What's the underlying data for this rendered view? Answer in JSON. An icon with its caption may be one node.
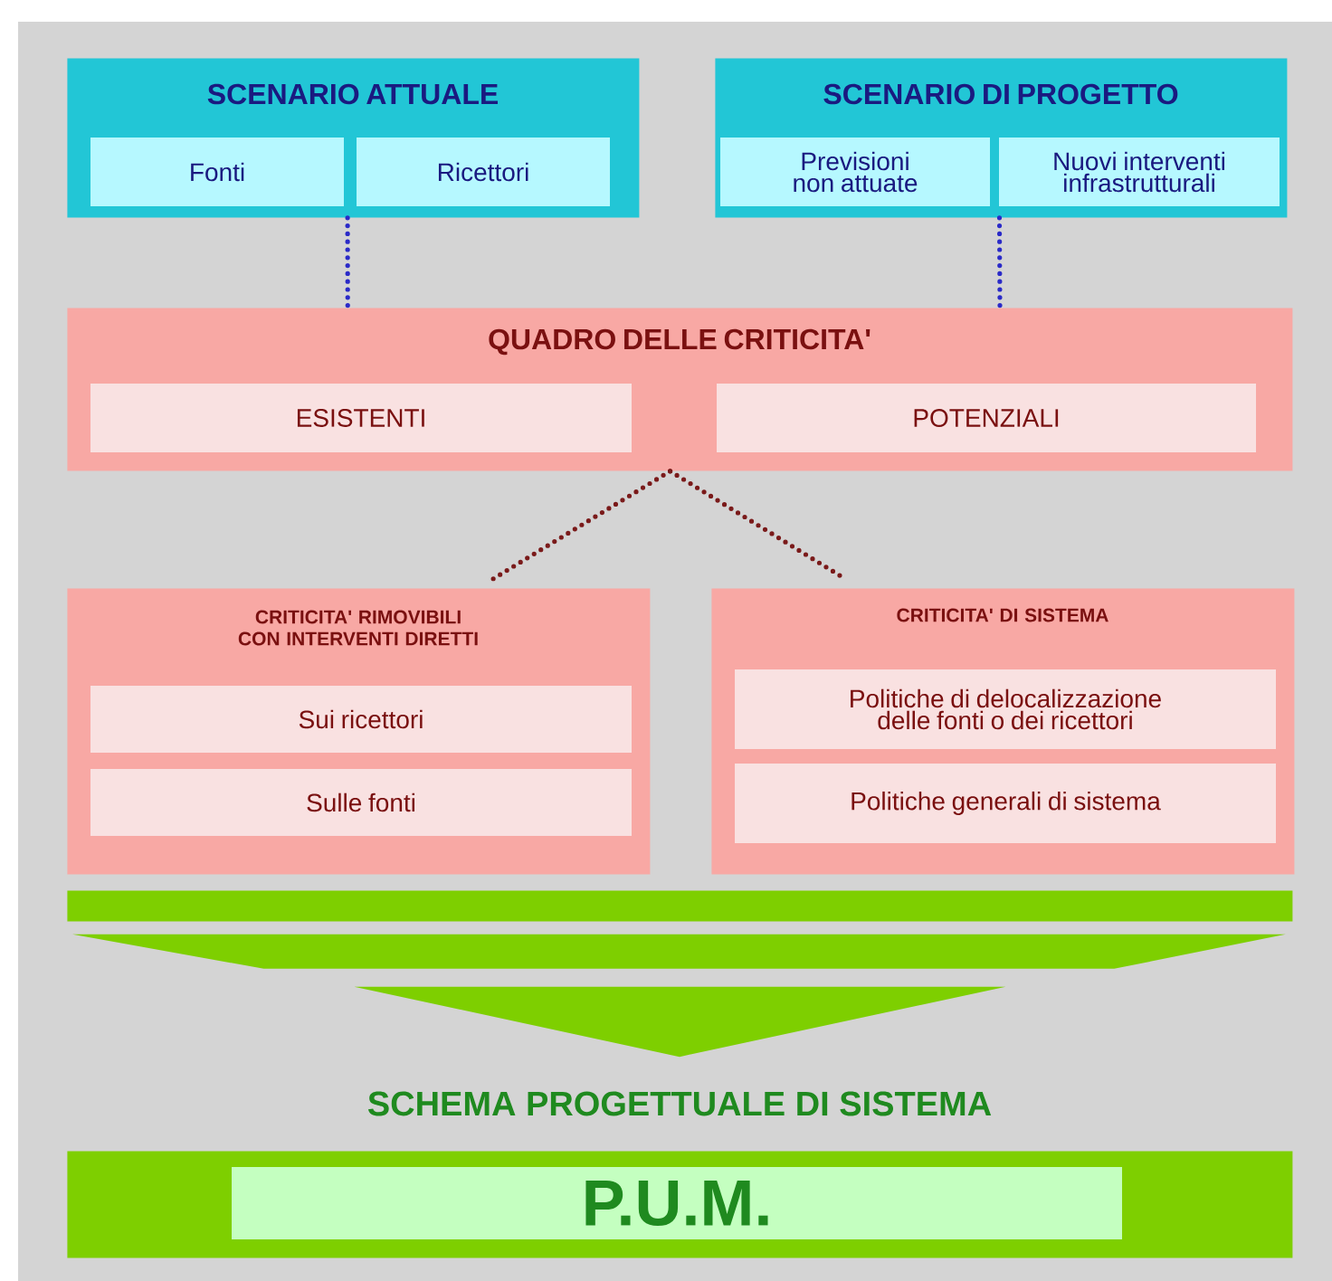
{
  "diagram": {
    "nodes": [
      {
        "text": [
          "SCENARIO ATTUALE"
        ]
      },
      {
        "text": [
          "Fonti"
        ],
        "in": 0
      },
      {
        "text": [
          "Ricettori"
        ],
        "in": 0
      },
      {
        "text": [
          "SCENARIO DI PROGETTO"
        ]
      },
      {
        "text": [
          "Previsioni non attuate"
        ],
        "in": 3
      },
      {
        "text": [
          "Nuovi interventi infrastrutturali"
        ],
        "in": 3
      },
      {
        "text": [
          "QUADRO DELLE CRITICITA'"
        ]
      },
      {
        "text": [
          "ESISTENTI"
        ],
        "in": 6
      },
      {
        "text": [
          "POTENZIALI"
        ],
        "in": 6
      },
      {
        "text": [
          "CRITICITA' RIMOVIBILI CON INTERVENTI DIRETTI"
        ]
      },
      {
        "text": [
          "Sui ricettori"
        ],
        "in": 9
      },
      {
        "text": [
          "Sulle fonti"
        ],
        "in": 9
      },
      {
        "text": [
          "CRITICITA' DI SISTEMA"
        ]
      },
      {
        "text": [
          "Politiche di delocalizzazione delle fonti o dei ricettori"
        ],
        "in": 12
      },
      {
        "text": [
          "Politiche generali di sistema"
        ],
        "in": 12
      },
      {
        "text": [],
        "shape": "bar"
      },
      {
        "text": [
          "SCHEMA PROGETTUALE DI SISTEMA"
        ]
      },
      {
        "text": [
          "P.U.M."
        ],
        "in": 16
      }
    ],
    "edges": [
      {
        "from": 0,
        "to": 6,
        "arrow": "none",
        "color": "#2a2ac8"
      },
      {
        "from": 3,
        "to": 6,
        "arrow": "none",
        "color": "#2a2ac8"
      },
      {
        "from": 6,
        "to": 9,
        "arrow": "none",
        "color": "#7a1a1a"
      },
      {
        "from": 6,
        "to": 12,
        "arrow": "none",
        "color": "#7a1a1a"
      },
      {
        "from": 15,
        "to": 16,
        "arrow": "to",
        "style": "thick",
        "color": "#7ecf00"
      }
    ]
  }
}
